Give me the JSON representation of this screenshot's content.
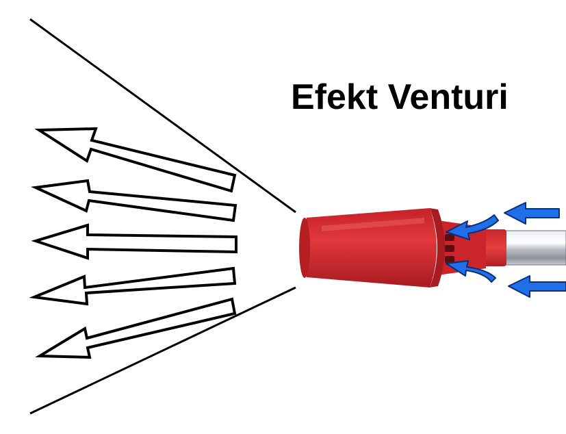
{
  "diagram": {
    "title": "Efekt Venturi",
    "spray_arrow_count": 5,
    "air_inflow_arrow_count": 4,
    "colors": {
      "nozzle_red": "#d2282e",
      "nozzle_dark": "#a31a1f",
      "air_arrow_blue": "#1f6fe8",
      "outline_black": "#000000",
      "tube_silver": "#c8ccd0"
    },
    "icons": {
      "nozzle": "spray-nozzle-icon",
      "spray": "spray-arrow-icon",
      "air": "air-inflow-arrow-icon"
    }
  }
}
